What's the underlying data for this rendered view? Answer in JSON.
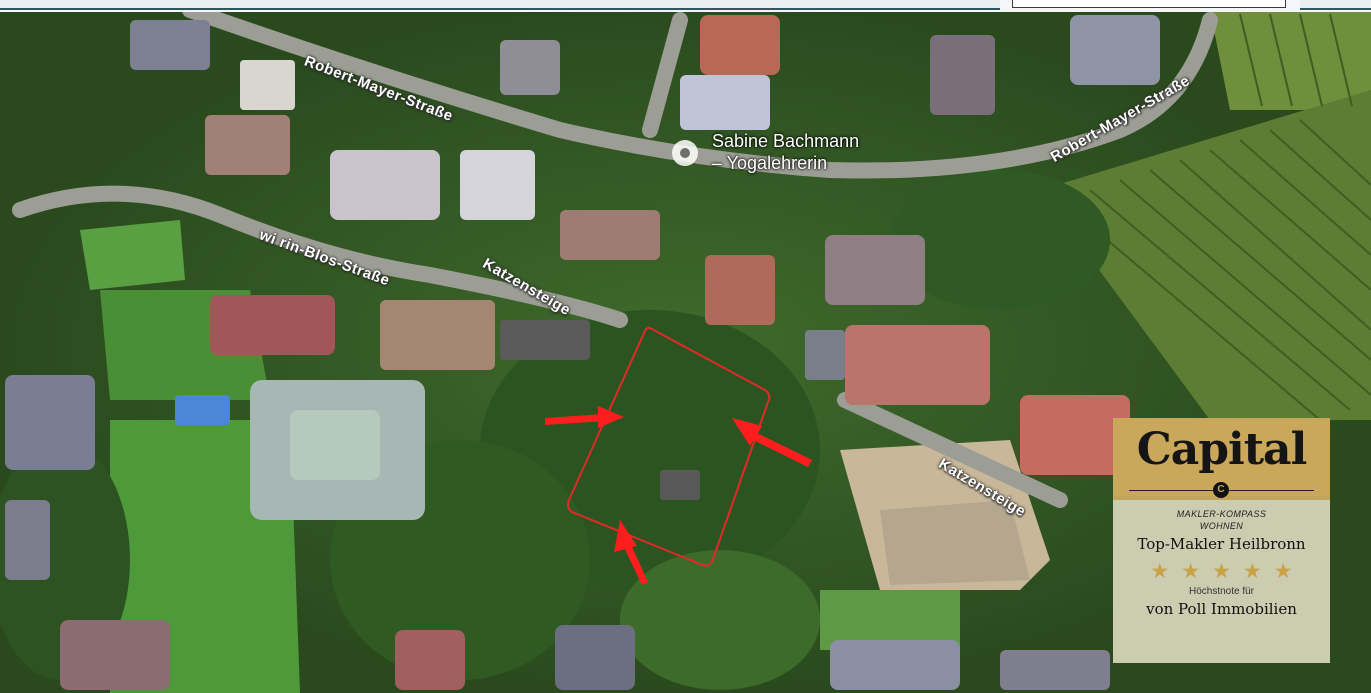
{
  "roads": {
    "robert_mayer_1": "Robert-Mayer-Straße",
    "robert_mayer_2": "Robert-Mayer-Straße",
    "wilhelm_blos": "wi  rin-Blos-Straße",
    "katzensteige_1": "Katzensteige",
    "katzensteige_2": "Katzensteige"
  },
  "poi": {
    "line1": "Sabine Bachmann",
    "line2": "– Yogalehrerin"
  },
  "badge": {
    "brand": "Capital",
    "brand_mark": "C",
    "sub1_a": "MAKLER-KOMPASS",
    "sub1_b": "WOHNEN",
    "award": "Top-Makler Heilbronn",
    "stars": "★★★★★",
    "note": "Höchstnote für",
    "company": "von Poll Immobilien"
  },
  "colors": {
    "plot_outline": "#e02a2a",
    "arrow": "#ff1e1e",
    "badge_gold": "#c9a85c"
  }
}
